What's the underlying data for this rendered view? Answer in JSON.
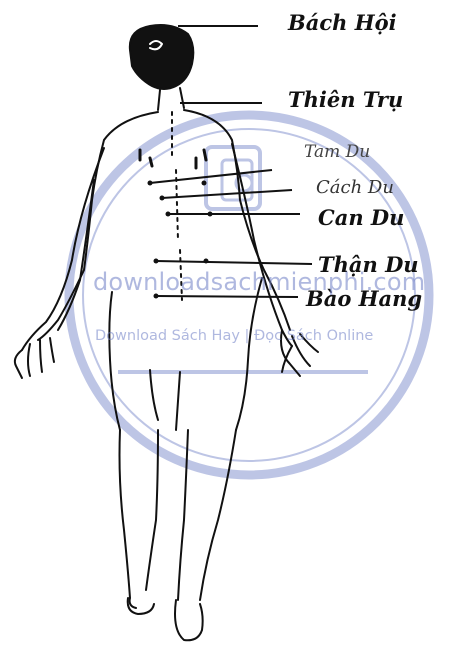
{
  "labels": {
    "bach_hoi": "Bách Hội",
    "thien_tru": "Thiên Trụ",
    "tam_du": "Tam Du",
    "cach_du": "Cách Du",
    "can_du": "Can Du",
    "than_du": "Thận Du",
    "bao_hang": "Bào Hang"
  },
  "watermark": {
    "line1": "downloadsachmienphi.com",
    "line2": "Download Sách Hay | Đọc Sách Online",
    "color": "#6f7fc6"
  },
  "colors": {
    "ink": "#111111",
    "background": "#ffffff"
  }
}
